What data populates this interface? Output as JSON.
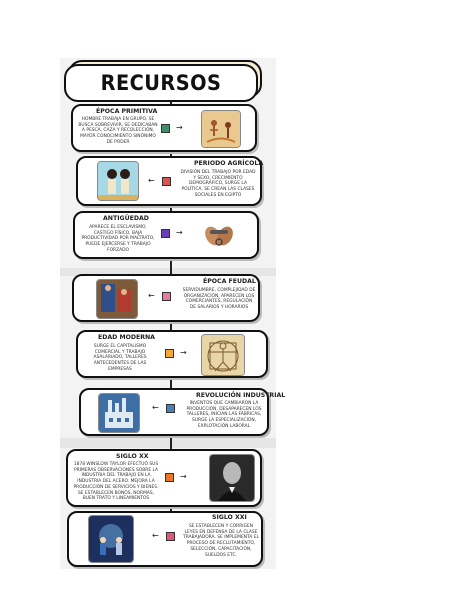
{
  "title": "RECURSOS HUMANOS",
  "colors": {
    "line": "#222222",
    "card_border": "#111111"
  },
  "stages": [
    {
      "heading": "ÉPOCA PRIMITIVA",
      "text": "HOMBRE TRABAJA EN GRUPO, SE BUSCA SOBREVIVIR, SE DEDICABAN A PESCA, CAZA Y RECOLECCIÓN, MAYOR CONOCIMIENTO SINÓNIMO DE PODER",
      "marker_color": "#3f8f6b",
      "icon": "cave-painting-icon"
    },
    {
      "heading": "PERIODO AGRÍCOLA",
      "text": "DIVISIÓN DEL TRABAJO POR EDAD Y SEXO, CRECIMIENTO DEMOGRÁFICO, SURGE LA POLÍTICA, SE CREAN LAS CLASES SOCIALES EN EGIPTO",
      "marker_color": "#d9534f",
      "icon": "egyptians-icon"
    },
    {
      "heading": "ANTIGÜEDAD",
      "text": "APARECE EL ESCLAVISMO, CASTIGO FÍSICO, BAJA PRODUCTIVIDAD POR MALTRATO, PUEDE EJERCERSE Y TRABAJO FORZADO",
      "marker_color": "#6a3fb5",
      "icon": "chained-hands-icon"
    },
    {
      "heading": "ÉPOCA FEUDAL",
      "text": "SERVIDUMBRE, COMPLEJIDAD DE ORGANIZACIÓN, APARECEN LOS COMERCIANTES, REGULACIÓN DE SALARIOS Y HORARIOS",
      "marker_color": "#e87aa8",
      "icon": "feudal-painting-icon"
    },
    {
      "heading": "EDAD MODERNA",
      "text": "SURGE EL CAPITALISMO COMERCIAL Y TRABAJO ASALARIADO, TALLERES ANTECEDENTES DE LAS EMPRESAS",
      "marker_color": "#f2a93b",
      "icon": "vitruvian-man-icon"
    },
    {
      "heading": "REVOLUCIÓN INDUSTRIAL",
      "text": "INVENTOS QUE CAMBIARON LA PRODUCCIÓN, DESAPARECEN LOS TALLERES, INICIAN LAS FÁBRICAS, SURGE LA ESPECIALIZACIÓN, EXPLOTACIÓN LABORAL",
      "marker_color": "#4a7fb5",
      "icon": "factory-icon"
    },
    {
      "heading": "SIGLO XX",
      "text": "1878 WINSLOW TAYLOR EFECTUÓ SUS PRIMERAS OBSERVACIONES SOBRE LA INDUSTRIA DEL TRABAJO EN LA INDUSTRIA DEL ACERO. MEJORA LA PRODUCCIÓN DE SERVICIOS Y BIENES. SE ESTABLECEN BONOS, NORMAS, BUEN TRATO Y LINEAMIENTOS",
      "marker_color": "#e8772e",
      "icon": "taylor-portrait-icon"
    },
    {
      "heading": "SIGLO XXI",
      "text": "SE ESTABLECEN Y CORRIGEN LEYES EN DEFENSA DE LA CLASE TRABAJADORA. SE IMPLEMENTA EL PROCESO DE RECLUTAMIENTO, SELECCIÓN, CAPACITACIÓN, SUELDOS ETC.",
      "marker_color": "#e05a78",
      "icon": "digital-people-icon"
    }
  ]
}
